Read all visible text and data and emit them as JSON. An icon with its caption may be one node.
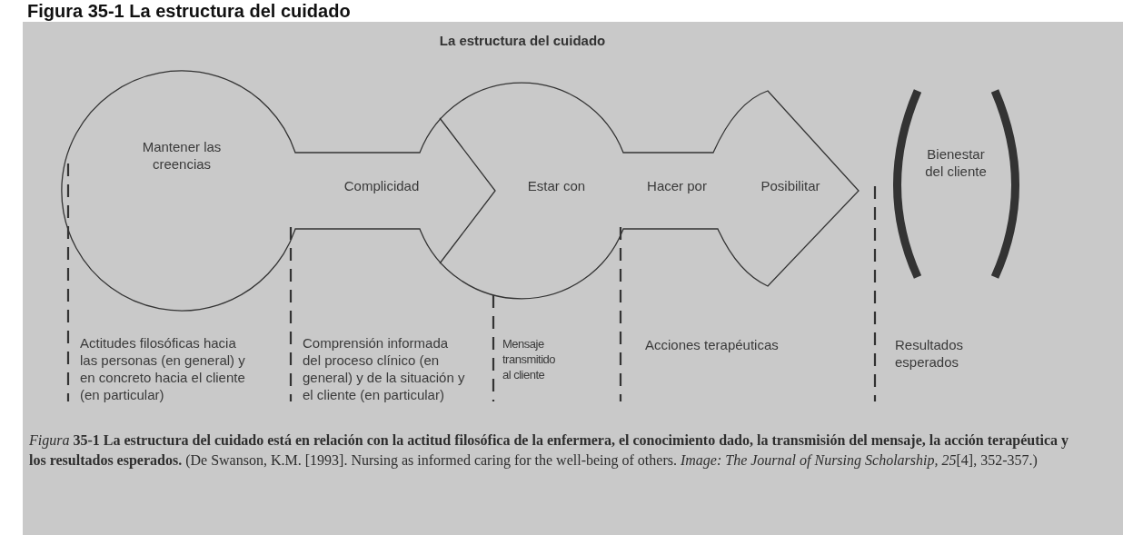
{
  "diagram": {
    "title": "La estructura del cuidado",
    "caption": "*Figura* **35-1 La estructura del cuidado está en relación con la actitud filosófica de la enfermera, el conocimiento dado, la transmisión del mensaje, la acción terapéutica y los resultados esperados.** (De Swanson, K.M. [1993]. Nursing as informed caring for the well-being of others. *Image: The Journal of Nursing Scholarship, 25*[4], 352-357.)",
    "labels": [
      "Figura 35-1 La estructura del cuidado",
      "Mantener las creencias",
      "Complicidad",
      "Estar con",
      "Hacer por",
      "Posibilitar",
      "Bienestar del cliente",
      "Actitudes filosóficas hacia las personas (en general) y en concreto hacia el cliente (en particular)",
      "Comprensión informada del proceso clínico (en general) y de la situación y el cliente (en particular)",
      "Mensaje transmitido al cliente",
      "Acciones terapéuticas",
      "Resultados esperados"
    ]
  }
}
